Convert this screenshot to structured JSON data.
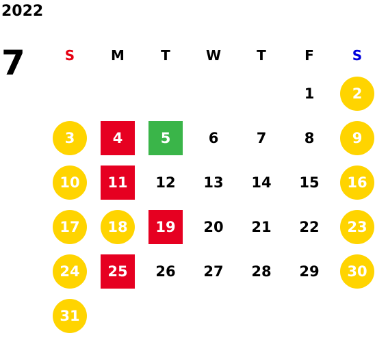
{
  "calendar": {
    "year": "2022",
    "month": "7",
    "weekdays": [
      {
        "label": "S",
        "color": "#e60012"
      },
      {
        "label": "M",
        "color": "#000000"
      },
      {
        "label": "T",
        "color": "#000000"
      },
      {
        "label": "W",
        "color": "#000000"
      },
      {
        "label": "T",
        "color": "#000000"
      },
      {
        "label": "F",
        "color": "#000000"
      },
      {
        "label": "S",
        "color": "#0000dd"
      }
    ],
    "colors": {
      "holiday_circle": "#ffd400",
      "red_marker": "#e60021",
      "green_marker": "#3ab549"
    },
    "weeks": [
      [
        null,
        null,
        null,
        null,
        null,
        {
          "day": "1"
        },
        {
          "day": "2",
          "style": "holiday"
        }
      ],
      [
        {
          "day": "3",
          "style": "holiday"
        },
        {
          "day": "4",
          "style": "red"
        },
        {
          "day": "5",
          "style": "green"
        },
        {
          "day": "6"
        },
        {
          "day": "7"
        },
        {
          "day": "8"
        },
        {
          "day": "9",
          "style": "holiday"
        }
      ],
      [
        {
          "day": "10",
          "style": "holiday"
        },
        {
          "day": "11",
          "style": "red"
        },
        {
          "day": "12"
        },
        {
          "day": "13"
        },
        {
          "day": "14"
        },
        {
          "day": "15"
        },
        {
          "day": "16",
          "style": "holiday"
        }
      ],
      [
        {
          "day": "17",
          "style": "holiday"
        },
        {
          "day": "18",
          "style": "holiday"
        },
        {
          "day": "19",
          "style": "red"
        },
        {
          "day": "20"
        },
        {
          "day": "21"
        },
        {
          "day": "22"
        },
        {
          "day": "23",
          "style": "holiday"
        }
      ],
      [
        {
          "day": "24",
          "style": "holiday"
        },
        {
          "day": "25",
          "style": "red"
        },
        {
          "day": "26"
        },
        {
          "day": "27"
        },
        {
          "day": "28"
        },
        {
          "day": "29"
        },
        {
          "day": "30",
          "style": "holiday"
        }
      ],
      [
        {
          "day": "31",
          "style": "holiday"
        },
        null,
        null,
        null,
        null,
        null,
        null
      ]
    ]
  }
}
